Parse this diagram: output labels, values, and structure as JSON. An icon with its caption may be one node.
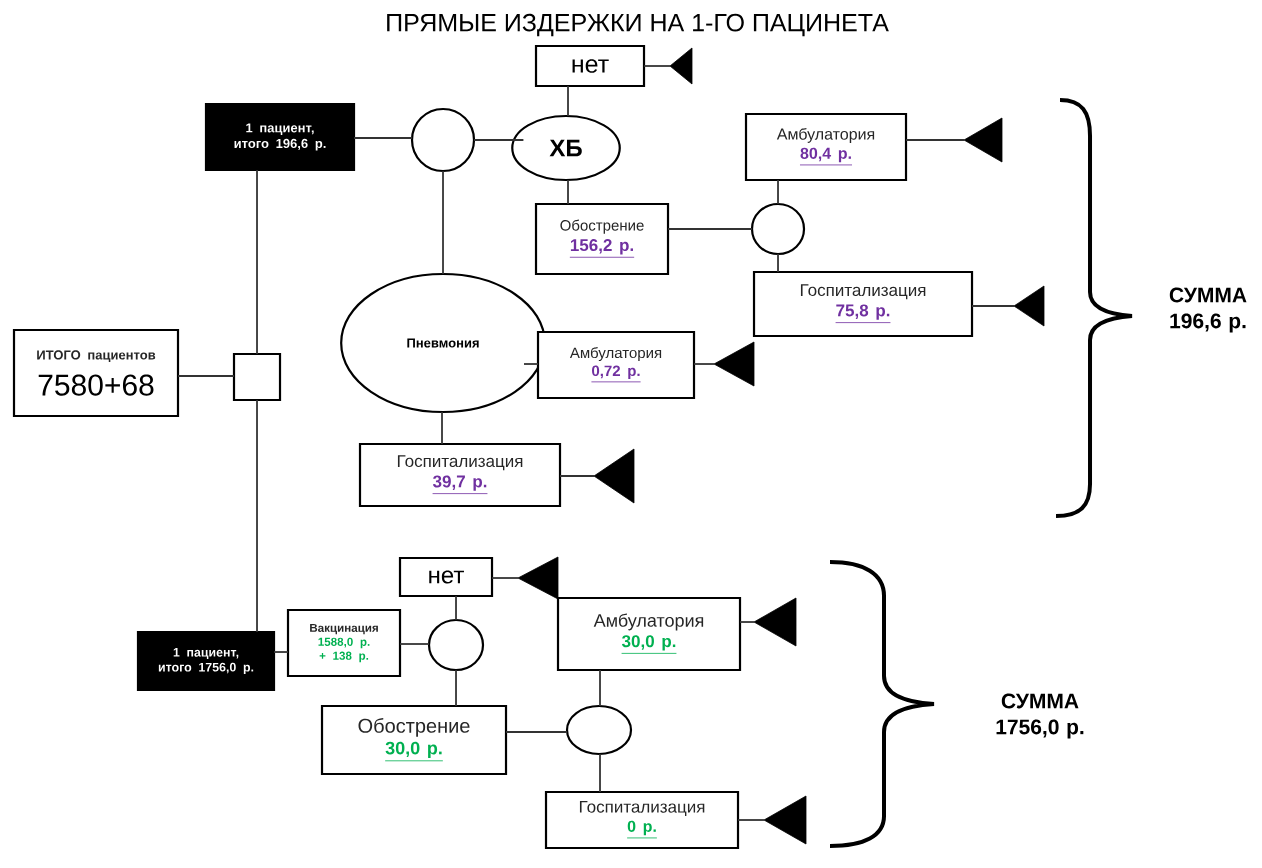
{
  "diagram": {
    "title": "ПРЯМЫЕ ИЗДЕРЖКИ НА 1-ГО ПАЦИНЕТА",
    "nodes": [
      {
        "text": [
          "ИТОГО пациентов",
          "7580+68"
        ]
      },
      {
        "text": [],
        "shape": "box"
      },
      {
        "text": [
          "1 пациент, итого 196,6 р."
        ]
      },
      {
        "text": [],
        "shape": "circle"
      },
      {
        "text": [
          "ХБ"
        ]
      },
      {
        "text": [
          "нет"
        ]
      },
      {
        "text": [],
        "shape": "triangle"
      },
      {
        "text": [
          "Обострение",
          "156,2 р."
        ]
      },
      {
        "text": [],
        "shape": "circle"
      },
      {
        "text": [
          "Амбулатория",
          "80,4 р."
        ]
      },
      {
        "text": [],
        "shape": "triangle"
      },
      {
        "text": [
          "Госпитализация",
          "75,8 р."
        ]
      },
      {
        "text": [],
        "shape": "triangle"
      },
      {
        "text": [
          "Пневмония"
        ]
      },
      {
        "text": [
          "Амбулатория",
          "0,72 р."
        ]
      },
      {
        "text": [],
        "shape": "triangle"
      },
      {
        "text": [
          "Госпитализация",
          "39,7 р."
        ]
      },
      {
        "text": [],
        "shape": "triangle"
      },
      {
        "text": [
          "1 пациент, итого 1756,0 р."
        ]
      },
      {
        "text": [
          "Вакцинация",
          "1588,0 р. + 138 р."
        ]
      },
      {
        "text": [],
        "shape": "circle"
      },
      {
        "text": [
          "нет"
        ]
      },
      {
        "text": [],
        "shape": "triangle"
      },
      {
        "text": [
          "Обострение",
          "30,0 р."
        ]
      },
      {
        "text": [],
        "shape": "circle"
      },
      {
        "text": [
          "Амбулатория",
          "30,0 р."
        ]
      },
      {
        "text": [],
        "shape": "triangle"
      },
      {
        "text": [
          "Госпитализация",
          "0 р."
        ]
      },
      {
        "text": [],
        "shape": "triangle"
      }
    ],
    "edges": [
      {
        "from": 0,
        "to": 1,
        "arrow": "none"
      },
      {
        "from": 1,
        "to": 2,
        "arrow": "none"
      },
      {
        "from": 2,
        "to": 3,
        "arrow": "none"
      },
      {
        "from": 3,
        "to": 4,
        "arrow": "none"
      },
      {
        "from": 4,
        "to": 5,
        "arrow": "none"
      },
      {
        "from": 5,
        "to": 6,
        "arrow": "none"
      },
      {
        "from": 4,
        "to": 7,
        "arrow": "none"
      },
      {
        "from": 7,
        "to": 8,
        "arrow": "none"
      },
      {
        "from": 8,
        "to": 9,
        "arrow": "none"
      },
      {
        "from": 9,
        "to": 10,
        "arrow": "none"
      },
      {
        "from": 8,
        "to": 11,
        "arrow": "none"
      },
      {
        "from": 11,
        "to": 12,
        "arrow": "none"
      },
      {
        "from": 3,
        "to": 13,
        "arrow": "none"
      },
      {
        "from": 13,
        "to": 14,
        "arrow": "none"
      },
      {
        "from": 14,
        "to": 15,
        "arrow": "none"
      },
      {
        "from": 13,
        "to": 16,
        "arrow": "none"
      },
      {
        "from": 16,
        "to": 17,
        "arrow": "none"
      },
      {
        "from": 1,
        "to": 18,
        "arrow": "none"
      },
      {
        "from": 18,
        "to": 19,
        "arrow": "none"
      },
      {
        "from": 19,
        "to": 20,
        "arrow": "none"
      },
      {
        "from": 20,
        "to": 21,
        "arrow": "none"
      },
      {
        "from": 21,
        "to": 22,
        "arrow": "none"
      },
      {
        "from": 20,
        "to": 23,
        "arrow": "none"
      },
      {
        "from": 23,
        "to": 24,
        "arrow": "none"
      },
      {
        "from": 24,
        "to": 25,
        "arrow": "none"
      },
      {
        "from": 25,
        "to": 26,
        "arrow": "none"
      },
      {
        "from": 24,
        "to": 27,
        "arrow": "none"
      },
      {
        "from": 27,
        "to": 28,
        "arrow": "none"
      }
    ],
    "labels": [
      "СУММА 196,6 р.",
      "СУММА 1756,0 р."
    ]
  }
}
